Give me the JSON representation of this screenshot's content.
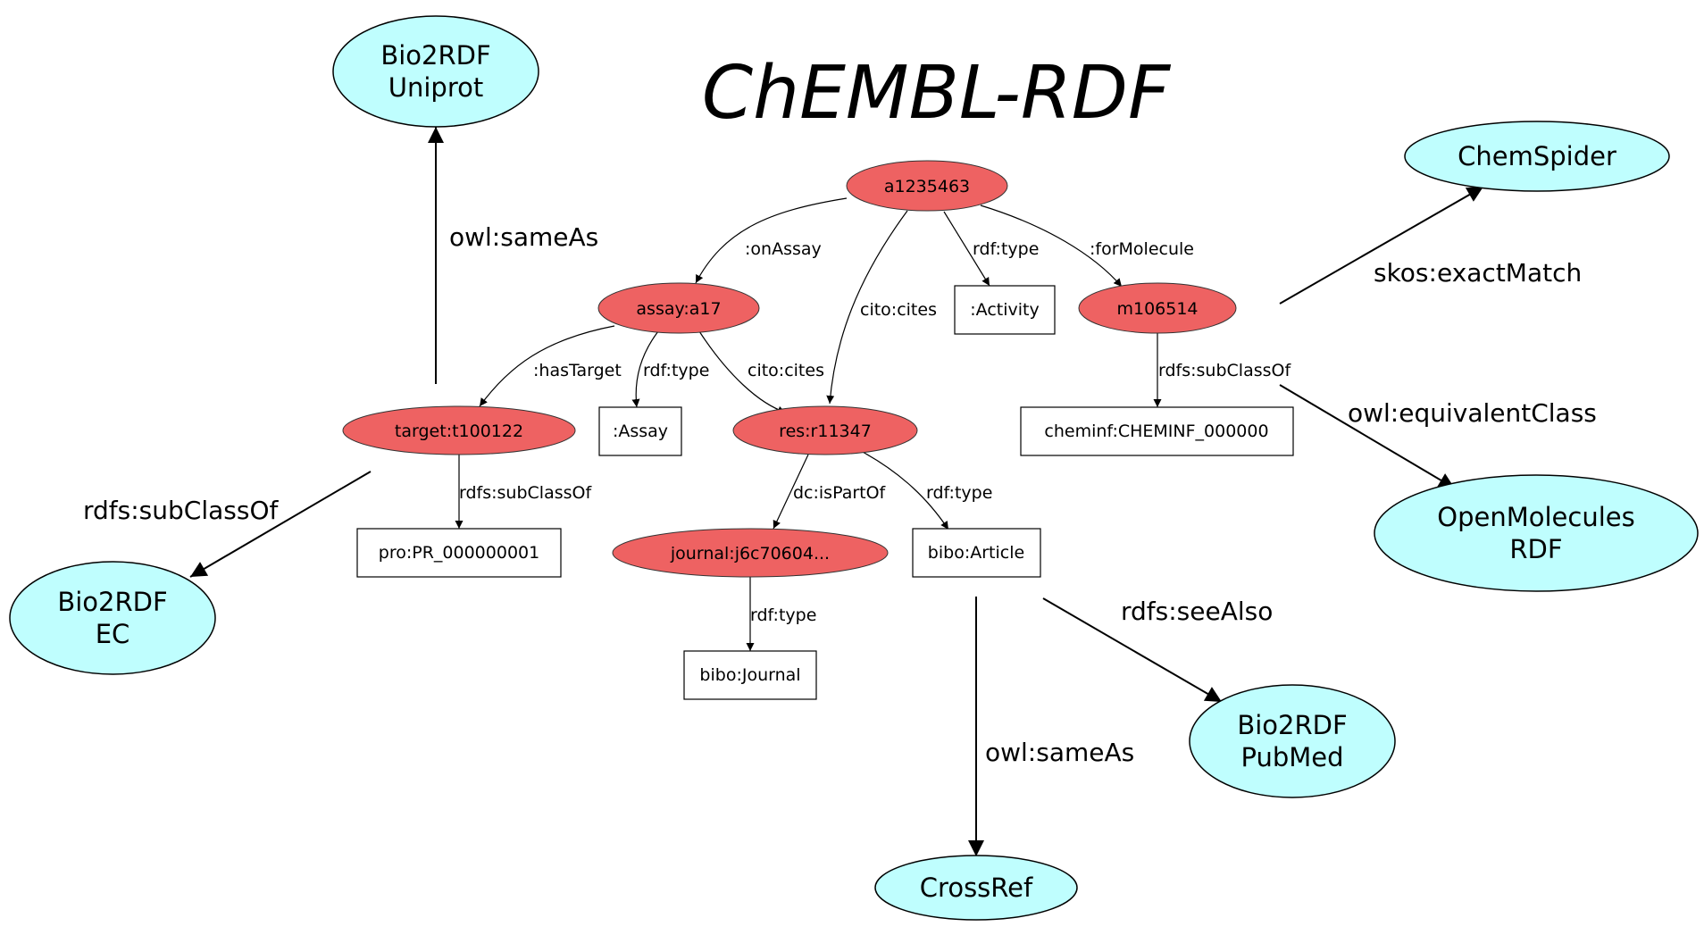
{
  "title": "ChEMBL-RDF",
  "nodes": {
    "activity": "a1235463",
    "assay": "assay:a17",
    "molecule": "m106514",
    "target": "target:t100122",
    "resource": "res:r11347",
    "journal": "journal:j6c70604...",
    "type_activity": ":Activity",
    "type_assay": ":Assay",
    "cheminf": "cheminf:CHEMINF_000000",
    "pro": "pro:PR_000000001",
    "bibo_article": "bibo:Article",
    "bibo_journal": "bibo:Journal"
  },
  "external": {
    "uniprot": [
      "Bio2RDF",
      "Uniprot"
    ],
    "chemspider": [
      "ChemSpider"
    ],
    "openmolecules": [
      "OpenMolecules",
      "RDF"
    ],
    "ec": [
      "Bio2RDF",
      "EC"
    ],
    "pubmed": [
      "Bio2RDF",
      "PubMed"
    ],
    "crossref": [
      "CrossRef"
    ]
  },
  "edges": {
    "on_assay": ":onAssay",
    "act_cites": "cito:cites",
    "act_type": "rdf:type",
    "for_molecule": ":forMolecule",
    "has_target": ":hasTarget",
    "assay_type": "rdf:type",
    "assay_cites": "cito:cites",
    "mol_subclass": "rdfs:subClassOf",
    "target_subclass": "rdfs:subClassOf",
    "is_part_of": "dc:isPartOf",
    "res_type": "rdf:type",
    "journal_type": "rdf:type"
  },
  "links": {
    "uniprot_same_as": "owl:sameAs",
    "skos_exact_match": "skos:exactMatch",
    "owl_equivalent_class": "owl:equivalentClass",
    "ec_subclass": "rdfs:subClassOf",
    "see_also": "rdfs:seeAlso",
    "crossref_same_as": "owl:sameAs"
  },
  "colors": {
    "internal_node": "#ee6262",
    "external_node": "#bffefe",
    "box_node": "#ffffff",
    "line": "#000000"
  }
}
